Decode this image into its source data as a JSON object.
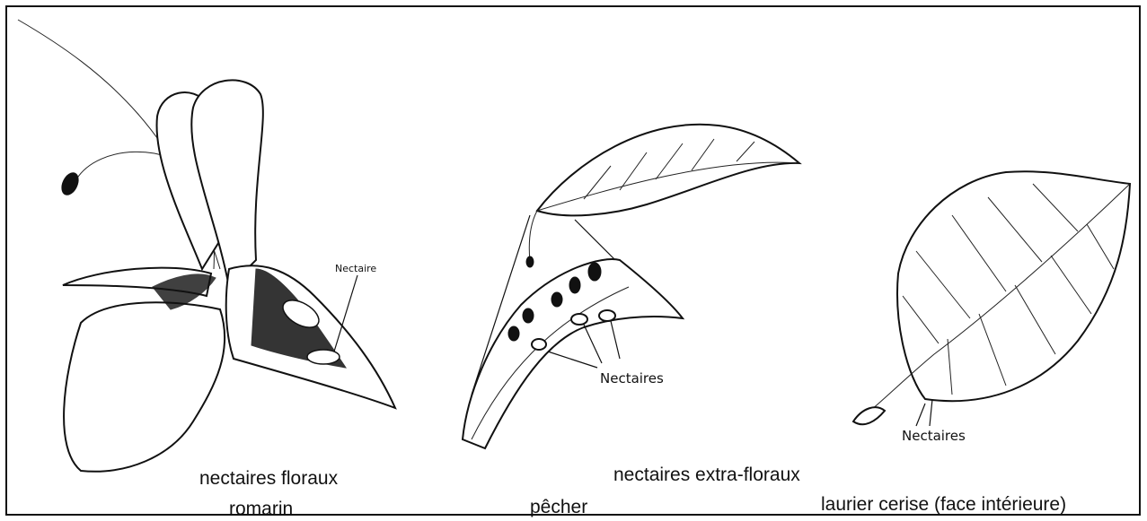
{
  "labels": {
    "nectaire": "Nectaire",
    "nectaires_peach": "Nectaires",
    "nectaires_laurel": "Nectaires"
  },
  "captions": {
    "floral": "nectaires floraux",
    "rosemary": "romarin",
    "extrafloral": "nectaires extra-floraux",
    "peach": "pêcher",
    "laurel": "laurier cerise (face intérieure)"
  }
}
